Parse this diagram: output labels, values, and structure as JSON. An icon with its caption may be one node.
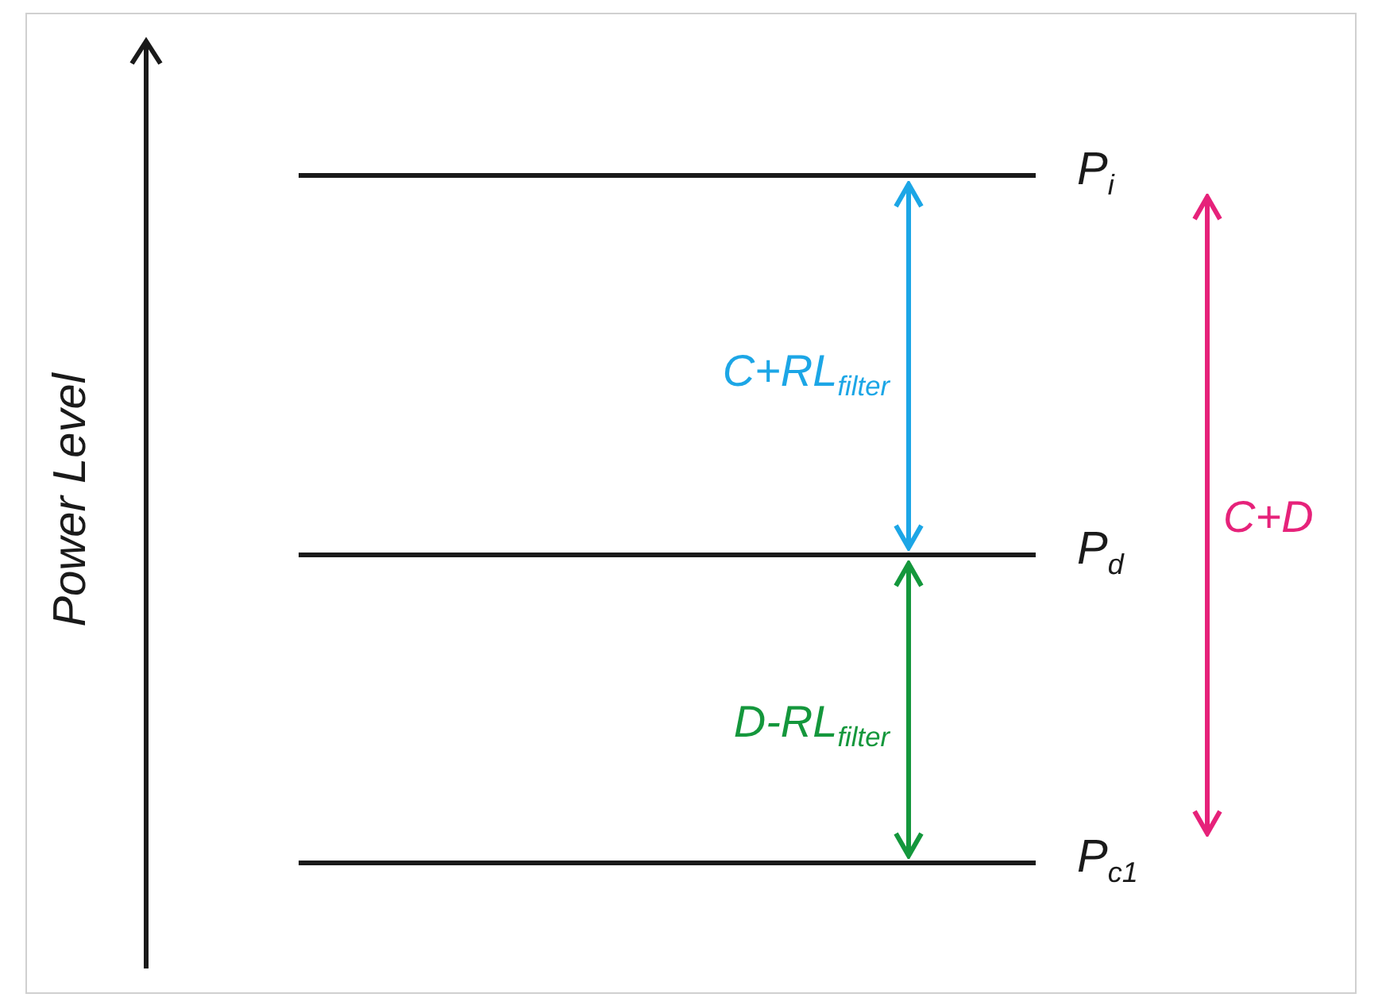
{
  "diagram": {
    "nodes": [
      {
        "text": [],
        "shape": "bar",
        "beside": [
          "P$_{i}$"
        ]
      },
      {
        "text": [],
        "shape": "bar",
        "beside": [
          "P$_{d}$"
        ]
      },
      {
        "text": [],
        "shape": "bar",
        "beside": [
          "P$_{c1}$"
        ]
      }
    ],
    "edges": [
      {
        "from": 0,
        "to": 1,
        "arrow": "both",
        "label": "C+RL$_{filter}$",
        "color": "#1ca6e6"
      },
      {
        "from": 1,
        "to": 2,
        "arrow": "both",
        "label": "D-RL$_{filter}$",
        "color": "#14973c"
      },
      {
        "from": 0,
        "to": 2,
        "arrow": "both",
        "label": "C+D",
        "color": "#e6227a"
      }
    ],
    "labels": [
      "Power Level"
    ]
  }
}
